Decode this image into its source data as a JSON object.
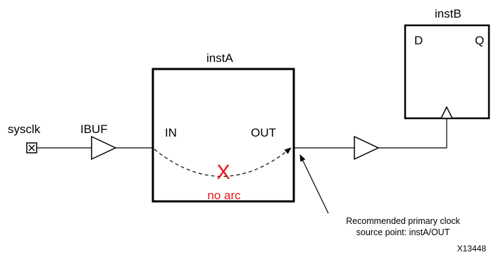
{
  "diagram": {
    "port": {
      "name": "sysclk"
    },
    "ibuf": {
      "name": "IBUF"
    },
    "instA": {
      "name": "instA",
      "pin_in": "IN",
      "pin_out": "OUT",
      "no_arc_label": "no arc",
      "no_arc_mark": "X"
    },
    "instB": {
      "name": "instB",
      "pin_d": "D",
      "pin_q": "Q"
    },
    "callout": {
      "line1": "Recommended primary clock",
      "line2": "source point: instA/OUT"
    },
    "figure_id": "X13448"
  },
  "colors": {
    "line": "#000000",
    "accent": "#e8141b"
  }
}
